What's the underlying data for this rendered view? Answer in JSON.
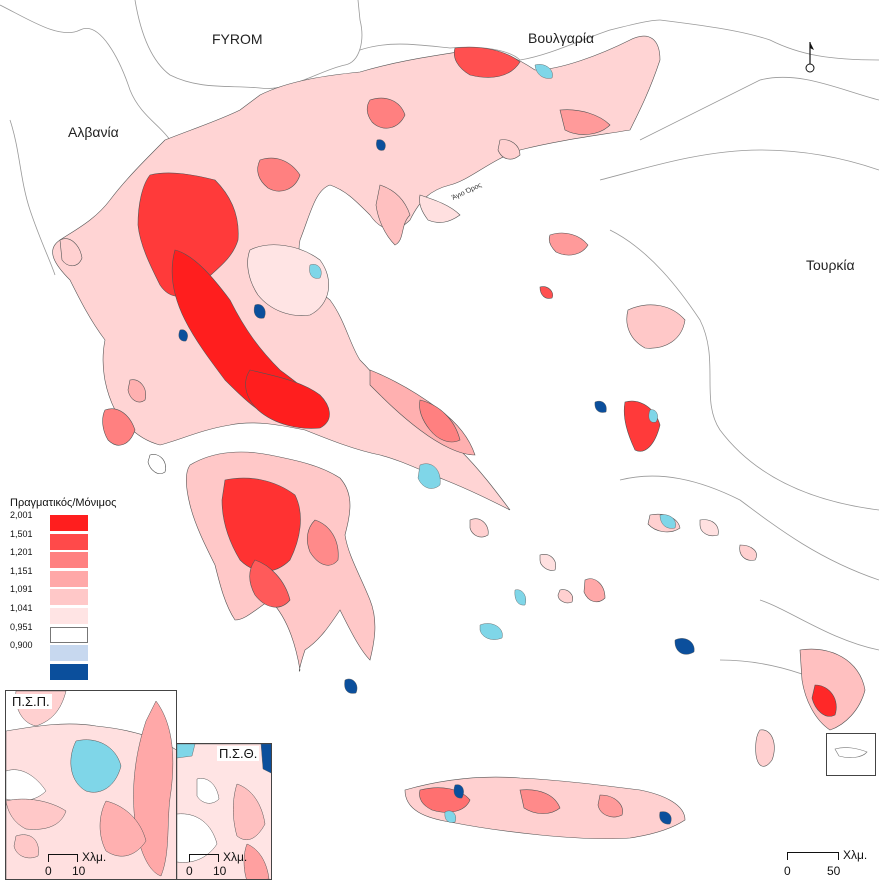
{
  "labels": {
    "fyrom": "FYROM",
    "bulgaria": "Βουλγαρία",
    "albania": "Αλβανία",
    "turkey": "Τουρκία",
    "athos": "Άγιο Όρος"
  },
  "legend": {
    "title": "Πραγματικός/Μόνιμος",
    "classes": [
      {
        "label": "2,001",
        "color": "#ff1e1e"
      },
      {
        "label": "1,501",
        "color": "#ff4a4a"
      },
      {
        "label": "1,201",
        "color": "#ff8080"
      },
      {
        "label": "1,151",
        "color": "#ffa8a8"
      },
      {
        "label": "1,091",
        "color": "#ffc8c8"
      },
      {
        "label": "1,041",
        "color": "#ffe4e4"
      },
      {
        "label": "0,951",
        "color": "#ffffff"
      },
      {
        "label": "0,900",
        "color": "#c7d8ef"
      },
      {
        "label": "",
        "color": "#0b4f9c"
      }
    ]
  },
  "insets": {
    "athens": {
      "title": "Π.Σ.Π.",
      "scale_zero": "0",
      "scale_value": "10",
      "scale_unit": "Χλμ."
    },
    "thessaloniki": {
      "title": "Π.Σ.Θ.",
      "scale_zero": "0",
      "scale_value": "10",
      "scale_unit": "Χλμ."
    }
  },
  "main_scale": {
    "zero": "0",
    "value": "50",
    "unit": "Χλμ."
  },
  "colors": {
    "high": "#ff1e1e",
    "mid": "#ff8080",
    "low": "#ffc8c8",
    "cyan": "#7fd6e8",
    "navy": "#0b4f9c",
    "border": "#555555"
  }
}
